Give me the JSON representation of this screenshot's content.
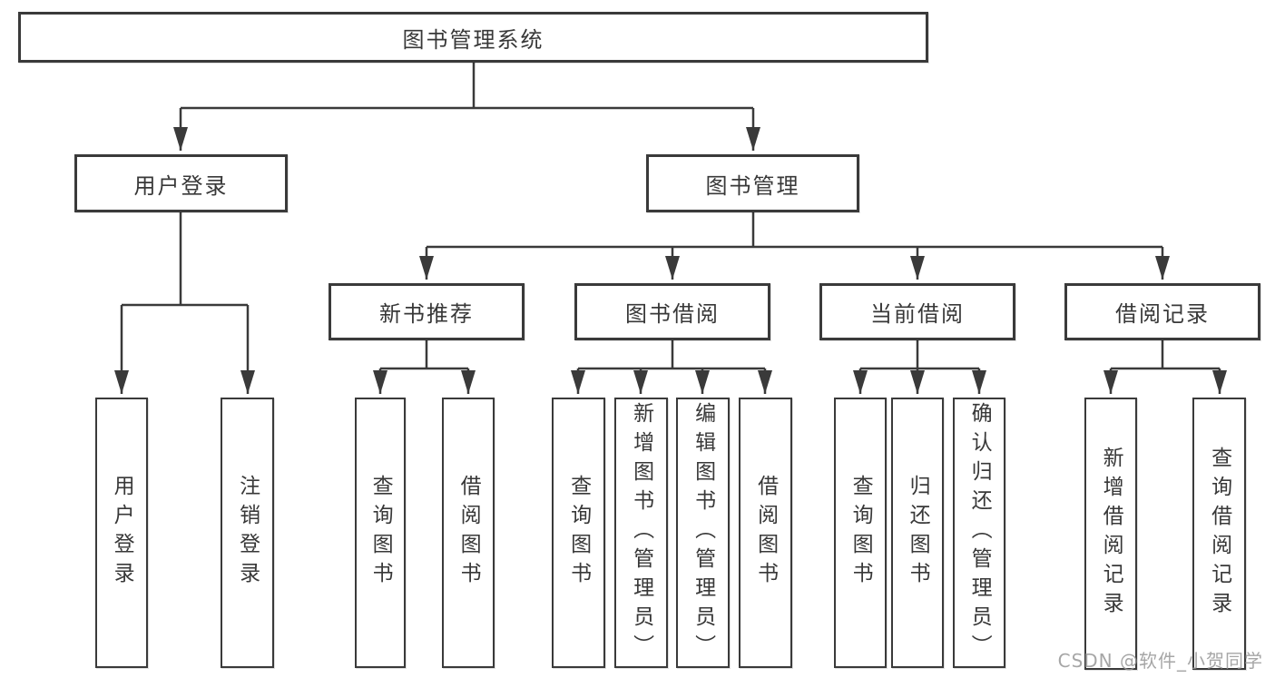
{
  "diagram": {
    "root": {
      "label": "图书管理系统"
    },
    "level2": [
      {
        "label": "用户登录"
      },
      {
        "label": "图书管理"
      }
    ],
    "level3": [
      {
        "label": "新书推荐",
        "parent": "图书管理"
      },
      {
        "label": "图书借阅",
        "parent": "图书管理"
      },
      {
        "label": "当前借阅",
        "parent": "图书管理"
      },
      {
        "label": "借阅记录",
        "parent": "图书管理"
      }
    ],
    "leaves": [
      {
        "label": "用户登录",
        "parent": "用户登录"
      },
      {
        "label": "注销登录",
        "parent": "用户登录"
      },
      {
        "label": "查询图书",
        "parent": "新书推荐"
      },
      {
        "label": "借阅图书",
        "parent": "新书推荐"
      },
      {
        "label": "查询图书",
        "parent": "图书借阅"
      },
      {
        "label": "新增图书（管理员）",
        "parent": "图书借阅"
      },
      {
        "label": "编辑图书（管理员）",
        "parent": "图书借阅"
      },
      {
        "label": "借阅图书",
        "parent": "图书借阅"
      },
      {
        "label": "查询图书",
        "parent": "当前借阅"
      },
      {
        "label": "归还图书",
        "parent": "当前借阅"
      },
      {
        "label": "确认归还（管理员）",
        "parent": "当前借阅"
      },
      {
        "label": "新增借阅记录",
        "parent": "借阅记录"
      },
      {
        "label": "查询借阅记录",
        "parent": "借阅记录"
      }
    ]
  },
  "watermark": "CSDN @软件_小贺同学",
  "colors": {
    "line": "#3a3a3a",
    "text": "#383838",
    "watermark": "#969696",
    "background": "#ffffff"
  }
}
